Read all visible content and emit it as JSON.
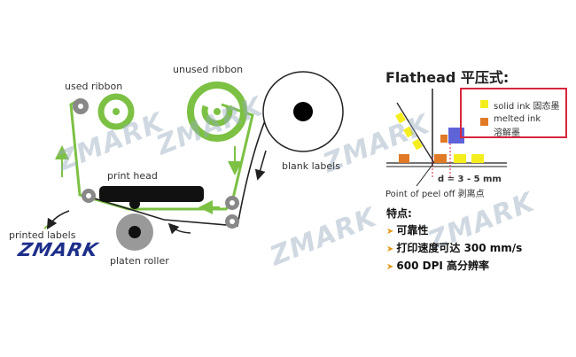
{
  "diagram": {
    "labels": {
      "used_ribbon": "used ribbon",
      "unused_ribbon": "unused ribbon",
      "blank_labels": "blank labels",
      "print_head": "print head",
      "printed_labels": "printed labels",
      "platen_roller": "platen roller"
    },
    "brand": "ZMARK",
    "watermark": "ZMARK"
  },
  "flathead": {
    "title": "Flathead 平压式:",
    "legend": {
      "solid_ink": "solid ink 固态墨",
      "melted_ink_en": "melted ink",
      "melted_ink_cn": "溶解墨"
    },
    "d_label": "d = 3 - 5 mm",
    "peel_label": "Point of peel off 剥离点",
    "features_title": "特点:",
    "features": [
      "可靠性",
      "打印速度可达 300 mm/s",
      "600 DPI  高分辨率"
    ]
  },
  "colors": {
    "ribbon_green": "#7cc143",
    "solid_ink_yellow": "#f5ee1e",
    "melted_ink_orange": "#e07a26",
    "print_blue": "#5f63d8",
    "legend_border": "#d7263d",
    "brand_blue": "#1d2f8a"
  }
}
